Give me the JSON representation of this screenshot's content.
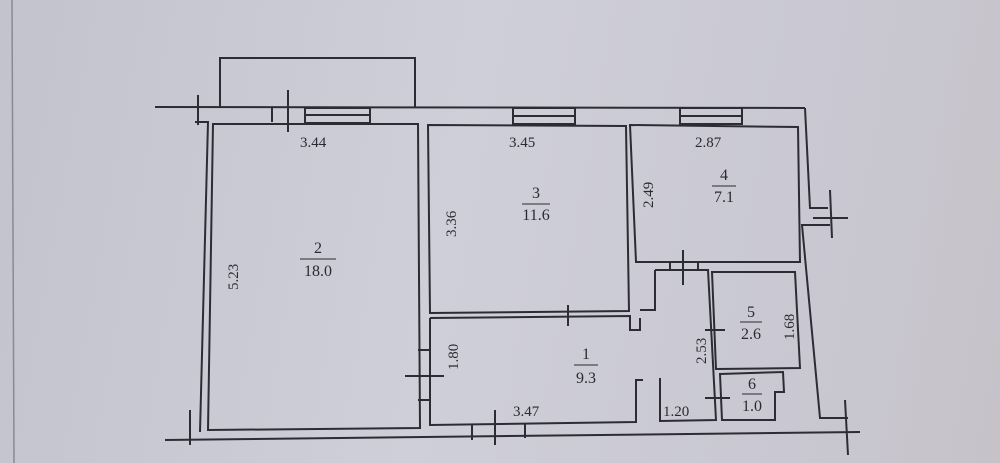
{
  "plan": {
    "rooms": [
      {
        "number": "1",
        "area": "9.3"
      },
      {
        "number": "2",
        "area": "18.0"
      },
      {
        "number": "3",
        "area": "11.6"
      },
      {
        "number": "4",
        "area": "7.1"
      },
      {
        "number": "5",
        "area": "2.6"
      },
      {
        "number": "6",
        "area": "1.0"
      }
    ],
    "dimensions": {
      "room2_width": "3.44",
      "room2_length": "5.23",
      "room3_width": "3.45",
      "room3_length": "3.36",
      "room4_width": "2.87",
      "room4_length": "2.49",
      "room1_width": "3.47",
      "room1_length": "1.80",
      "hall_width": "1.20",
      "hall_length": "2.53",
      "room5_length": "1.68"
    }
  }
}
